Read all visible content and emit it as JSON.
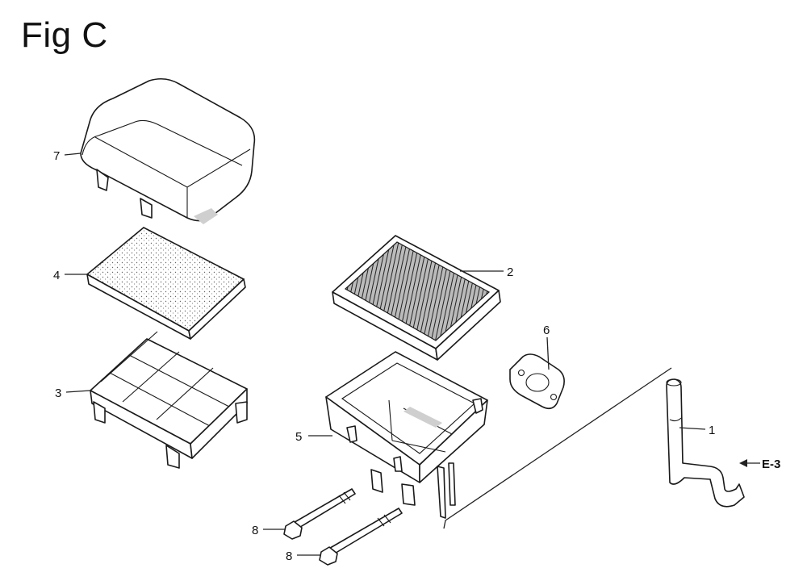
{
  "figure": {
    "title": "Fig C"
  },
  "callouts": {
    "p1": "1",
    "p2": "2",
    "p3": "3",
    "p4": "4",
    "p5": "5",
    "p6": "6",
    "p7": "7",
    "p8a": "8",
    "p8b": "8"
  },
  "reference": {
    "label": "E-3"
  }
}
